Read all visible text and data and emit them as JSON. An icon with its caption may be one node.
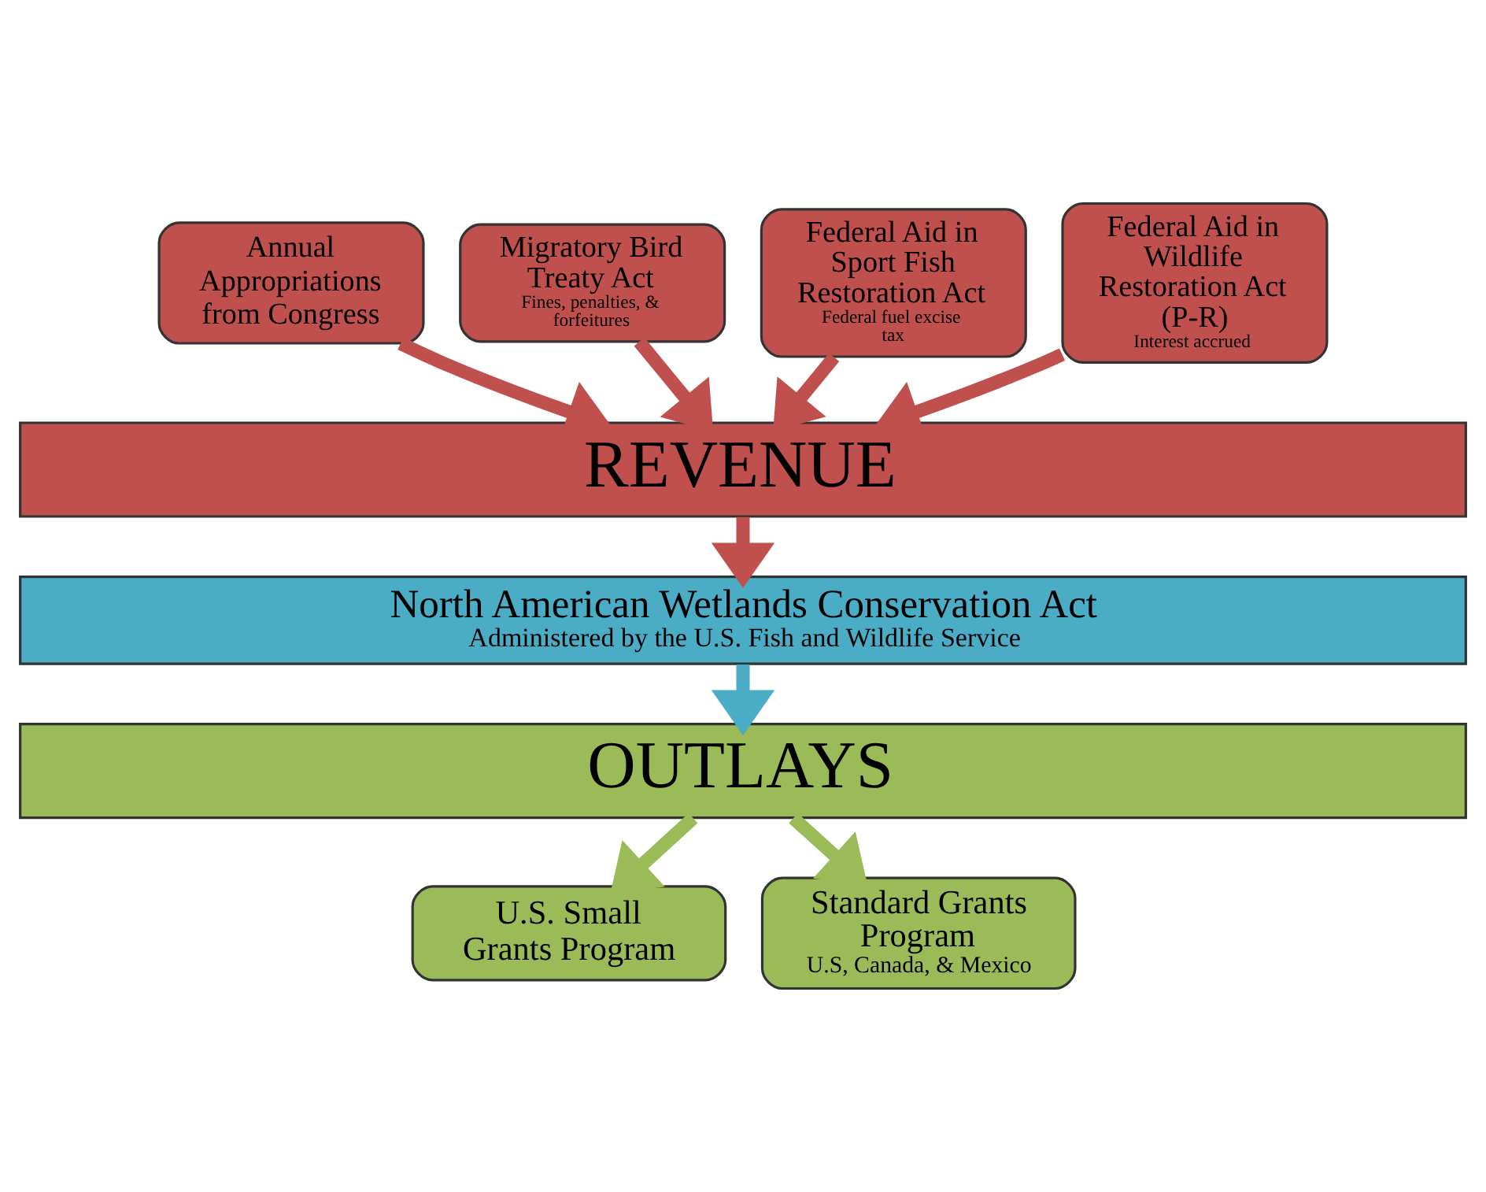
{
  "diagram": {
    "nodes": [
      {
        "text": [
          "Annual Appropriations from Congress"
        ]
      },
      {
        "text": [
          "Migratory Bird Treaty Act",
          "Fines, penalties, & forfeitures"
        ]
      },
      {
        "text": [
          "Federal Aid in Sport Fish Restoration Act",
          "Federal fuel excise tax"
        ]
      },
      {
        "text": [
          "Federal Aid in Wildlife Restoration Act (P-R)",
          "Interest accrued"
        ]
      },
      {
        "text": [
          "REVENUE"
        ]
      },
      {
        "text": [
          "North American Wetlands Conservation Act",
          "Administered by the U.S. Fish and Wildlife Service"
        ]
      },
      {
        "text": [
          "OUTLAYS"
        ]
      },
      {
        "text": [
          "U.S. Small Grants Program"
        ]
      },
      {
        "text": [
          "Standard Grants Program",
          "U.S, Canada, & Mexico"
        ]
      }
    ],
    "edges": [
      {
        "from": 0,
        "to": 4,
        "arrow": "to"
      },
      {
        "from": 1,
        "to": 4,
        "arrow": "to"
      },
      {
        "from": 2,
        "to": 4,
        "arrow": "to"
      },
      {
        "from": 3,
        "to": 4,
        "arrow": "to"
      },
      {
        "from": 4,
        "to": 5,
        "arrow": "to"
      },
      {
        "from": 5,
        "to": 6,
        "arrow": "to",
        "color": "#4bacc6"
      },
      {
        "from": 6,
        "to": 7,
        "arrow": "to",
        "color": "#9bbb59"
      },
      {
        "from": 6,
        "to": 8,
        "arrow": "to",
        "color": "#9bbb59"
      }
    ]
  }
}
